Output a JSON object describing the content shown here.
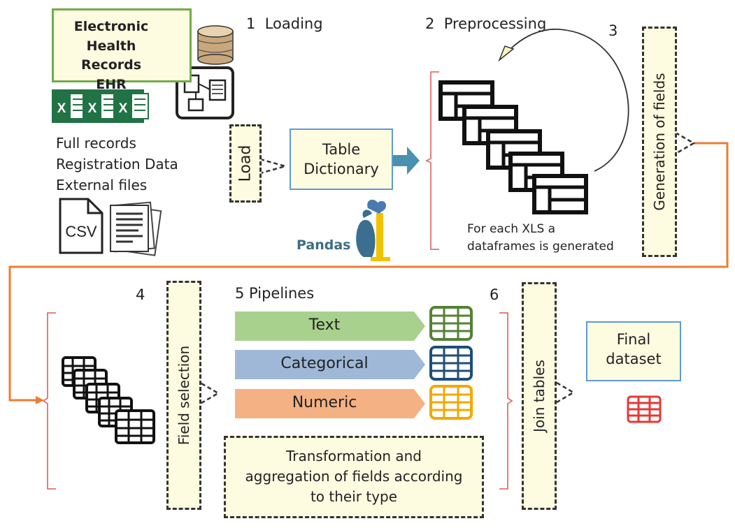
{
  "ehr": {
    "line1": "Electronic Health",
    "line2": "Records",
    "line3": "EHR"
  },
  "sources": {
    "line1": "Full records",
    "line2": "Registration Data",
    "line3": "External files"
  },
  "icons": {
    "excel": "excel-file-icon",
    "csv": "csv-file-icon",
    "documents": "documents-icon",
    "database": "database-icon",
    "schema": "schema-icon",
    "dataframe": "dataframe-icon",
    "table": "table-icon",
    "pandas": "pandas-logo"
  },
  "excel_letter": "X",
  "csv_label": "CSV",
  "pandas_label": "Pandas",
  "steps": {
    "s1": "1  Loading",
    "s2": "2  Preprocessing",
    "s3": "3",
    "s4": "4",
    "s5": "5 Pipelines",
    "s6": "6"
  },
  "load_label": "Load",
  "table_dictionary": {
    "line1": "Table",
    "line2": "Dictionary"
  },
  "dataframes_note": {
    "line1": "For each XLS a",
    "line2": "dataframes is generated"
  },
  "generation_label": "Generation of fields",
  "field_selection_label": "Field selection",
  "pipelines": [
    {
      "label": "Text",
      "arrow_color": "#a9d18e",
      "table_color": "#548235"
    },
    {
      "label": "Categorical",
      "arrow_color": "#9fb8d8",
      "table_color": "#1f4e79"
    },
    {
      "label": "Numeric",
      "arrow_color": "#f4b183",
      "table_color": "#f2a900"
    }
  ],
  "transformation": {
    "line1": "Transformation and",
    "line2": "aggregation of fields according",
    "line3": "to their type"
  },
  "join_label": "Join tables",
  "final_dataset": {
    "line1": "Final",
    "line2": "dataset"
  },
  "colors": {
    "ehr_border": "#70ad47",
    "ehr_bg": "#fdfbe0",
    "dashed_bg": "#fdfbe0",
    "connector": "#ed7d31",
    "brace": "#e07070",
    "blue_arrow": "#4a90b0",
    "final_border": "#5b9bd5",
    "final_table": "#e53935",
    "excel_green": "#217346"
  }
}
